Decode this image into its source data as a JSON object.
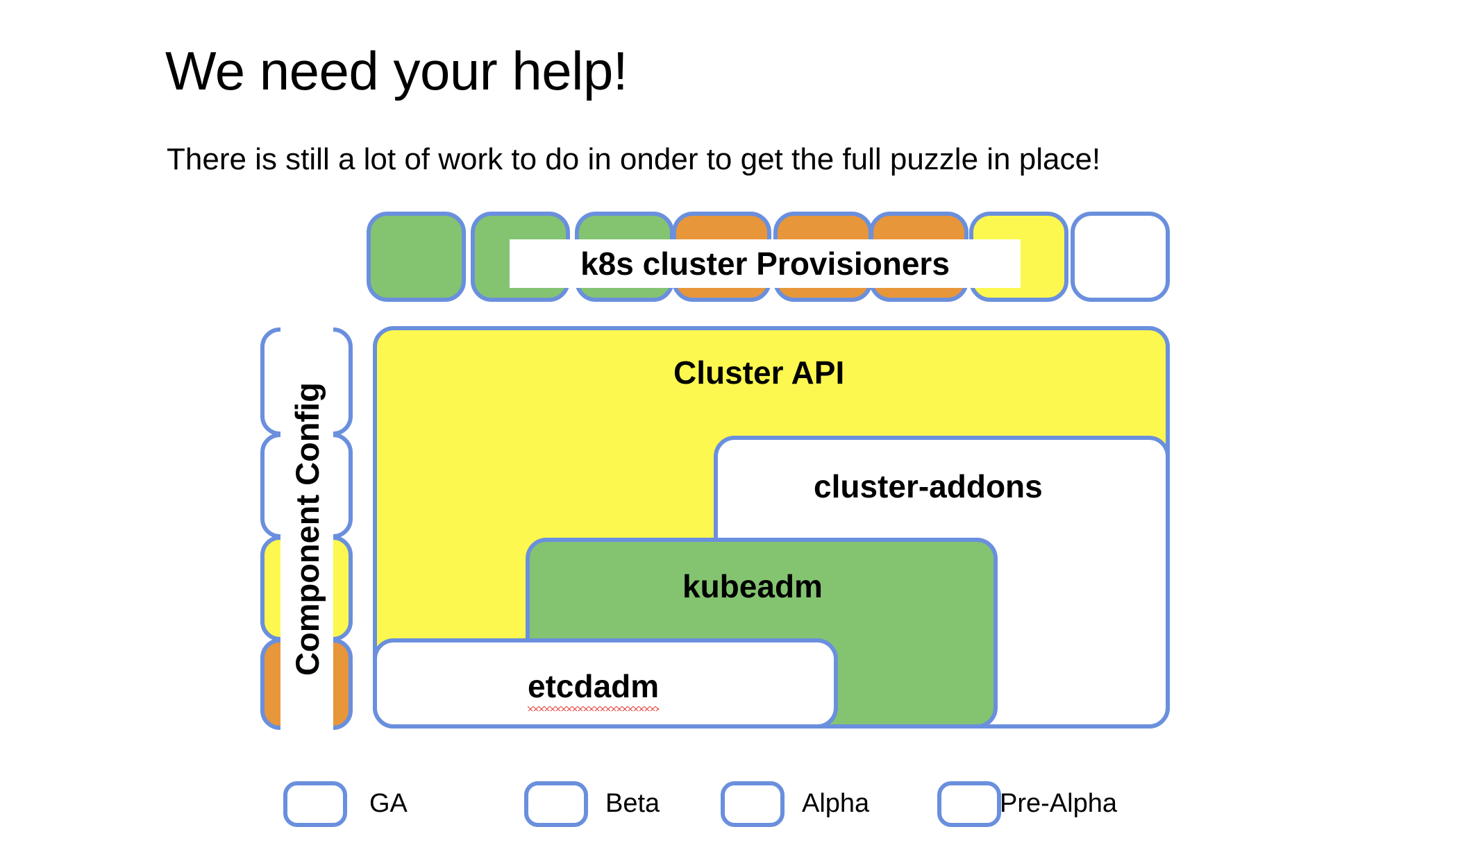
{
  "slide": {
    "title": "We need your help!",
    "subtitle": "There is still a lot of work to do in onder to get the full puzzle in place!"
  },
  "colors": {
    "ga": "#84c471",
    "beta": "#e8963a",
    "alpha": "#fcf84f",
    "prealpha": "#ffffff",
    "outline": "#6a8fdd",
    "spellcheck": "#e8413c",
    "text": "#000000",
    "background": "#ffffff"
  },
  "provisioners": {
    "label": "k8s cluster Provisioners",
    "boxes": [
      {
        "status": "GA"
      },
      {
        "status": "GA"
      },
      {
        "status": "GA"
      },
      {
        "status": "Beta"
      },
      {
        "status": "Beta"
      },
      {
        "status": "Beta"
      },
      {
        "status": "Alpha"
      },
      {
        "status": "Pre-Alpha"
      }
    ]
  },
  "component_config": {
    "label": "Component Config",
    "boxes": [
      {
        "status": "Pre-Alpha"
      },
      {
        "status": "Pre-Alpha"
      },
      {
        "status": "Alpha"
      },
      {
        "status": "Beta"
      }
    ]
  },
  "stack": [
    {
      "label": "Cluster API",
      "status": "Alpha"
    },
    {
      "label": "cluster-addons",
      "status": "Pre-Alpha"
    },
    {
      "label": "kubeadm",
      "status": "GA"
    },
    {
      "label": "etcdadm",
      "status": "Pre-Alpha",
      "misspelled": true
    }
  ],
  "legend": {
    "items": [
      {
        "label": "GA",
        "status": "GA"
      },
      {
        "label": "Beta",
        "status": "Beta"
      },
      {
        "label": "Alpha",
        "status": "Alpha"
      },
      {
        "label": "Pre-Alpha",
        "status": "Pre-Alpha"
      }
    ]
  }
}
